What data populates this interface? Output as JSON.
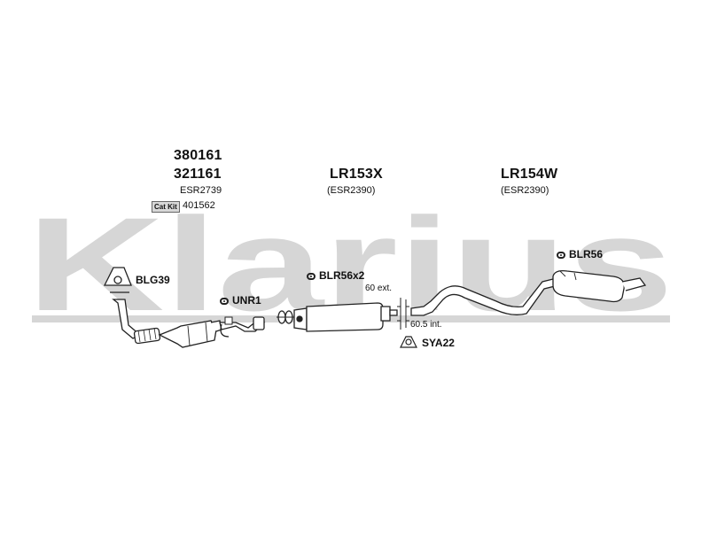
{
  "watermark": {
    "text": "Klarius",
    "color": "#d6d6d6"
  },
  "columns": {
    "front": {
      "code_top": "380161",
      "code_bottom": "321161",
      "esr": "ESR2739",
      "cat_kit_label": "Cat Kit",
      "cat_kit_code": "401562"
    },
    "middle": {
      "code": "LR153X",
      "esr": "(ESR2390)"
    },
    "rear": {
      "code": "LR154W",
      "esr": "(ESR2390)"
    }
  },
  "parts": {
    "blg39": "BLG39",
    "unr1": "UNR1",
    "blr56x2": "BLR56x2",
    "blr56": "BLR56",
    "sya22": "SYA22"
  },
  "dimensions": {
    "ext": "60 ext.",
    "int": "60.5 int."
  },
  "colors": {
    "line": "#222222",
    "pipe_fill": "#ffffff",
    "watermark": "#d6d6d6"
  }
}
